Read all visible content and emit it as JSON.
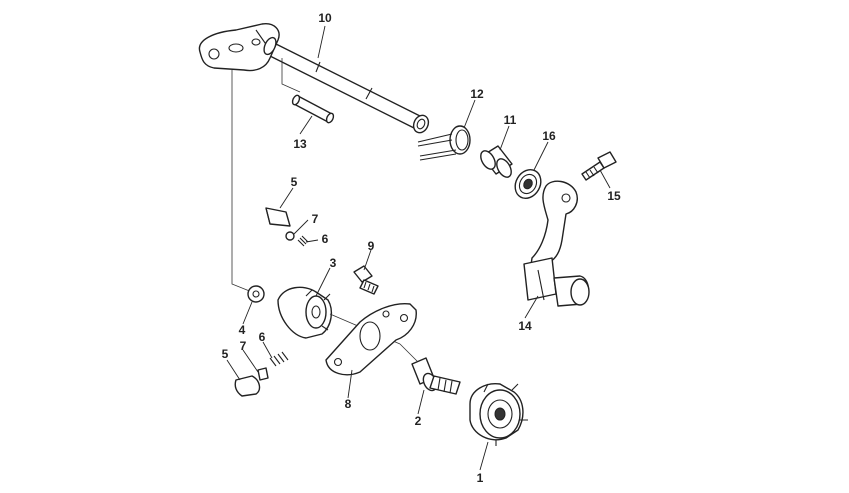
{
  "callouts": {
    "c1": "1",
    "c2": "2",
    "c3": "3",
    "c4": "4",
    "c5a": "5",
    "c5b": "5",
    "c6a": "6",
    "c6b": "6",
    "c7a": "7",
    "c7b": "7",
    "c8": "8",
    "c9": "9",
    "c10": "10",
    "c11": "11",
    "c12": "12",
    "c13": "13",
    "c14": "14",
    "c15": "15",
    "c16": "16"
  }
}
